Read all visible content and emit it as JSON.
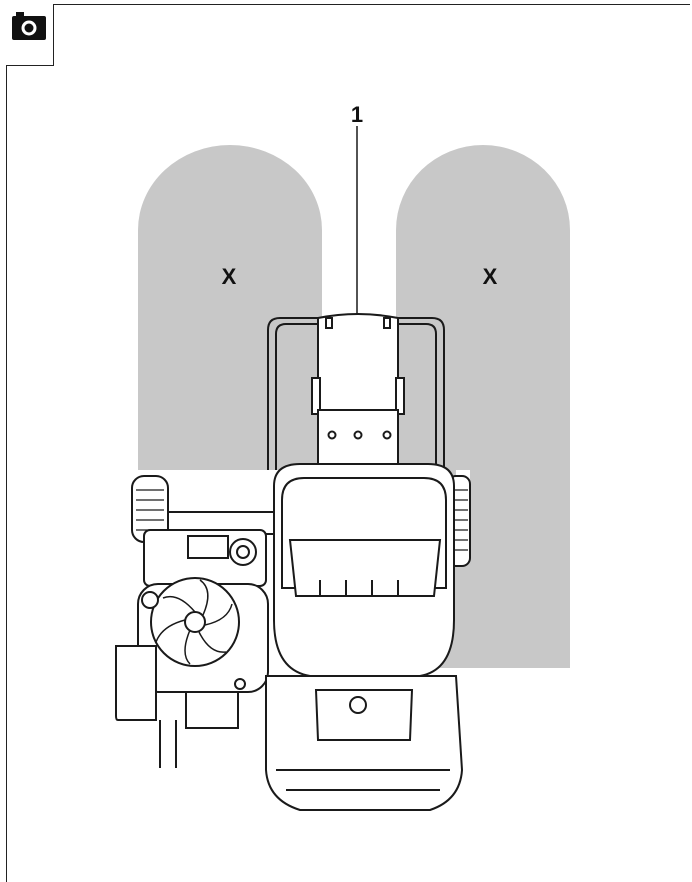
{
  "figure": {
    "camera_icon": "camera-icon",
    "callout_number": "1",
    "zone_label_left": "X",
    "zone_label_right": "X",
    "colors": {
      "zone_fill": "#c8c8c8",
      "line": "#1a1a1a",
      "background": "#ffffff"
    }
  }
}
